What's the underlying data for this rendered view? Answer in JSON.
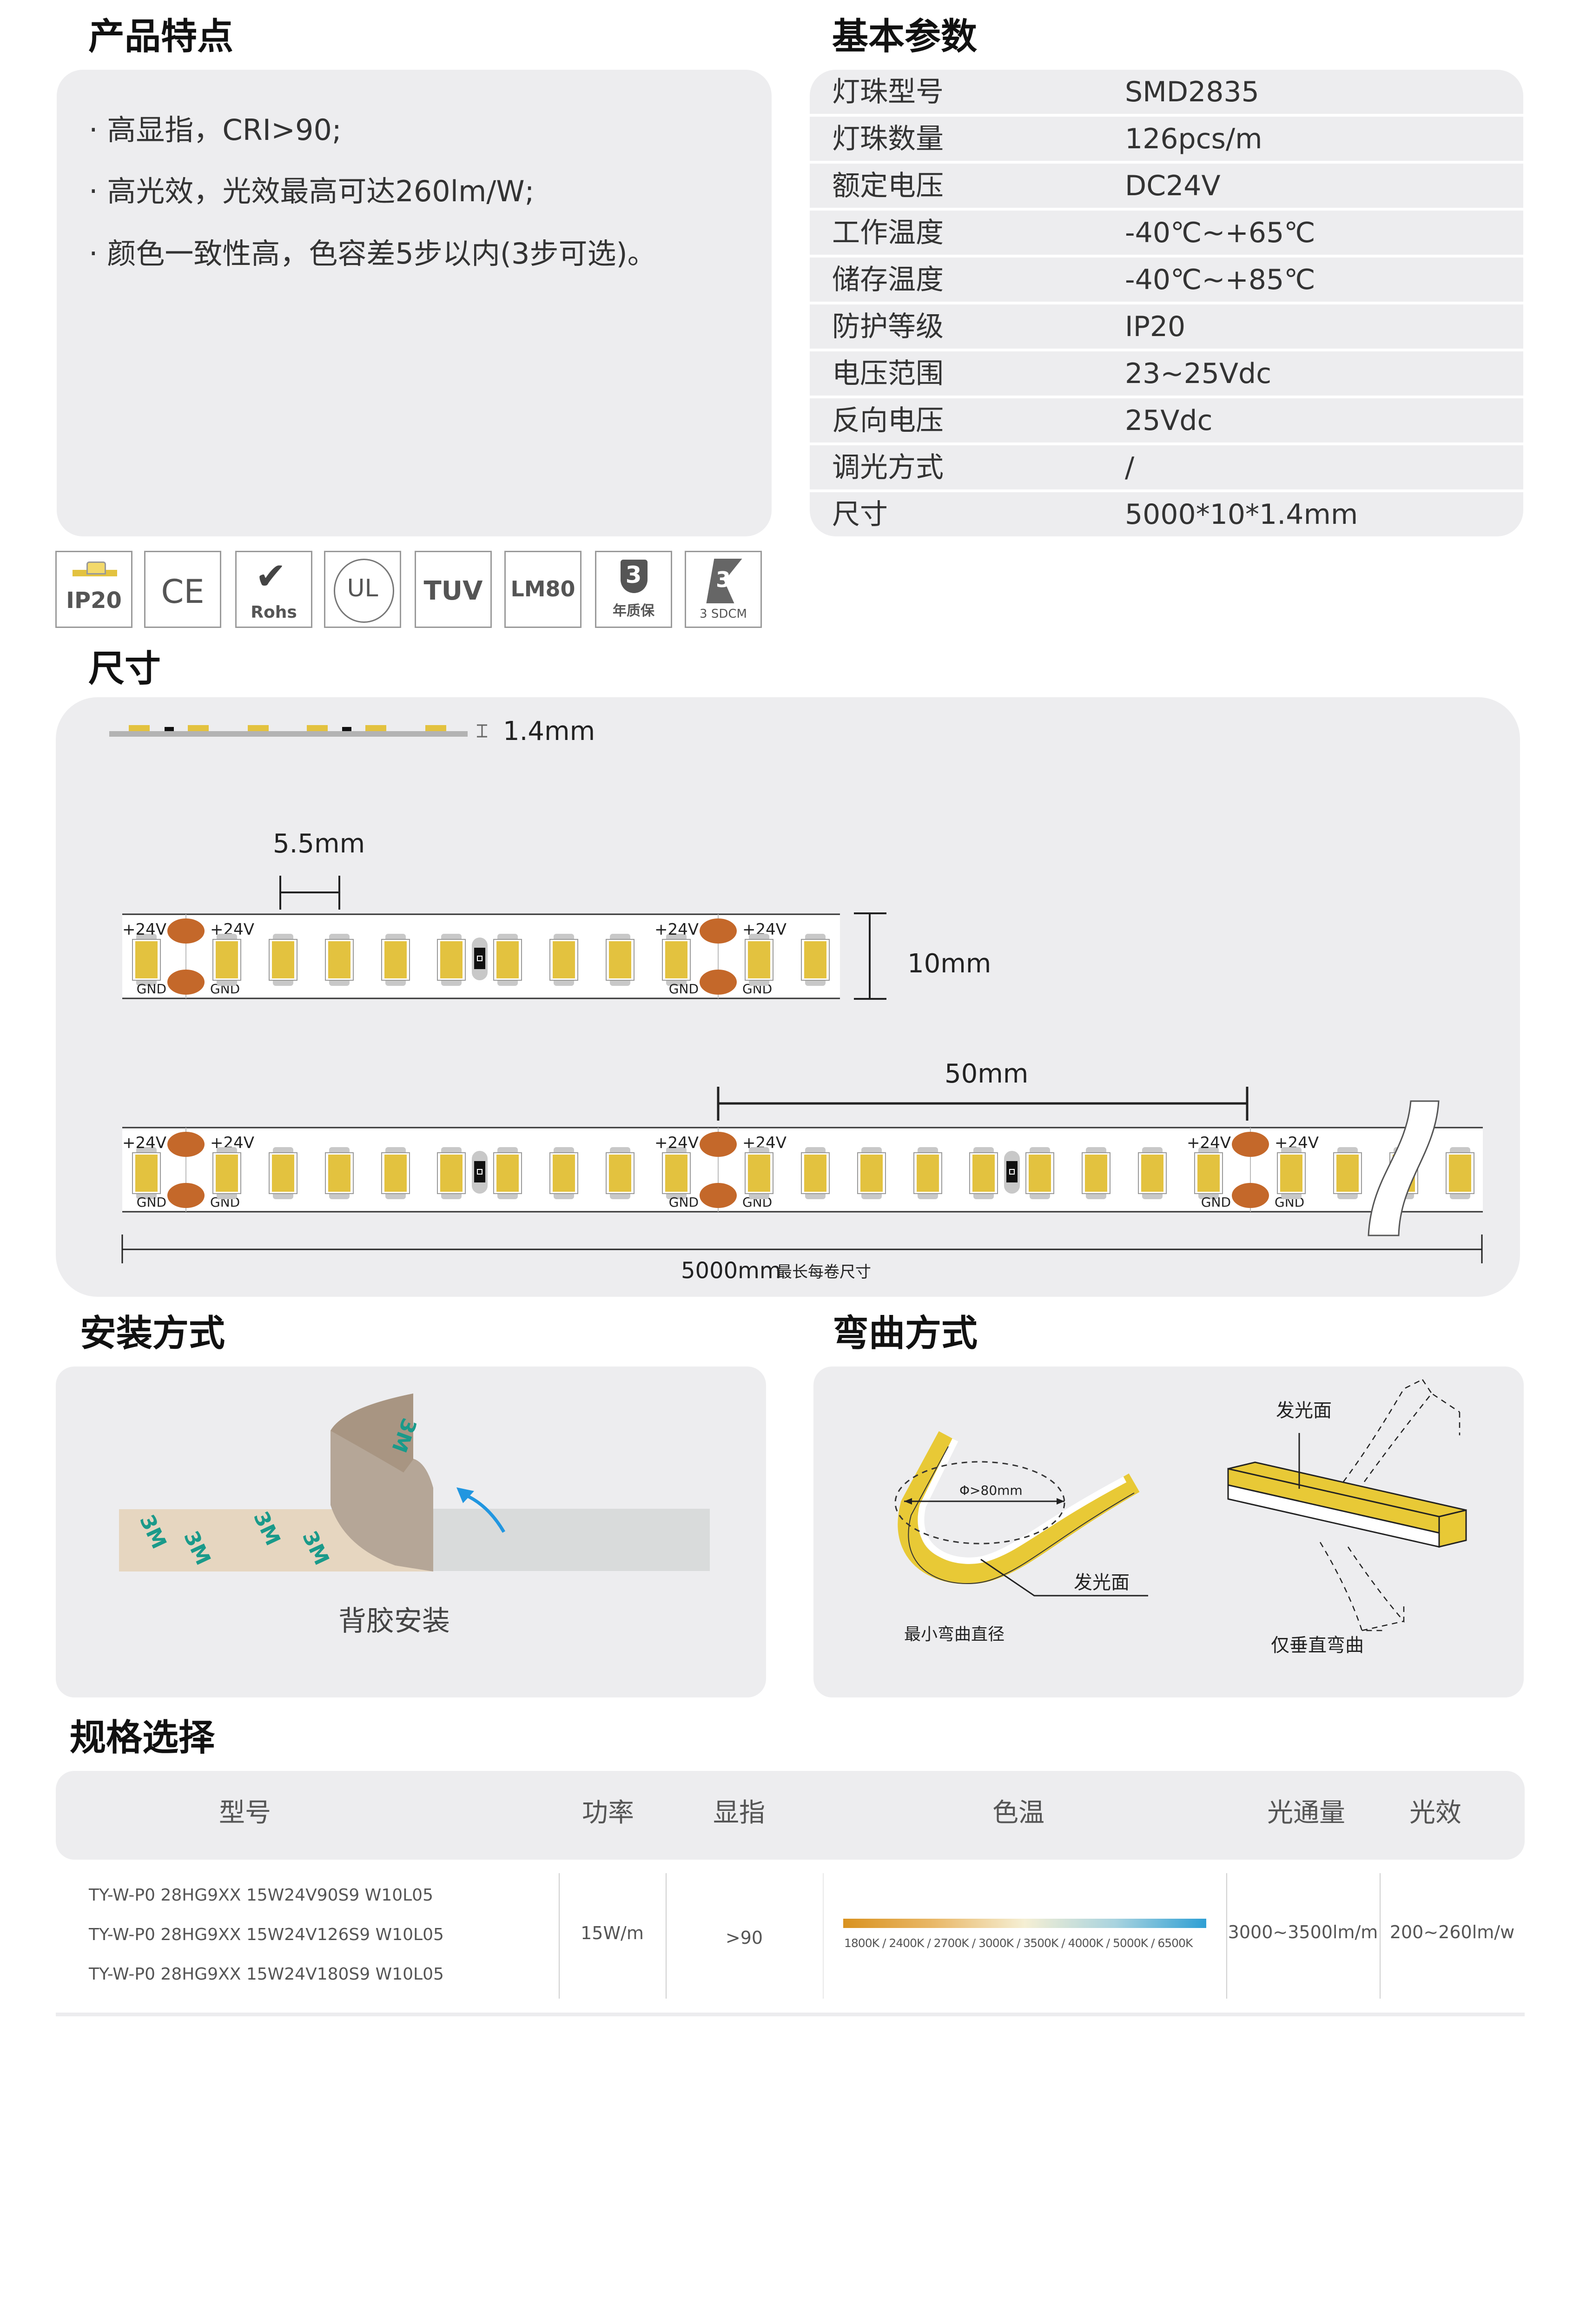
{
  "features": {
    "title": "产品特点",
    "items": [
      "· 高显指，CRI>90;",
      "· 高光效，光效最高可达260lm/W;",
      "· 颜色一致性高，色容差5步以内(3步可选)。"
    ]
  },
  "params": {
    "title": "基本参数",
    "rows": [
      {
        "label": "灯珠型号",
        "value": "SMD2835"
      },
      {
        "label": "灯珠数量",
        "value": "126pcs/m"
      },
      {
        "label": "额定电压",
        "value": "DC24V"
      },
      {
        "label": "工作温度",
        "value": "-40℃~+65℃"
      },
      {
        "label": "储存温度",
        "value": "-40℃~+85℃"
      },
      {
        "label": "防护等级",
        "value": "IP20"
      },
      {
        "label": "电压范围",
        "value": "23~25Vdc"
      },
      {
        "label": "反向电压",
        "value": "25Vdc"
      },
      {
        "label": "调光方式",
        "value": "/"
      },
      {
        "label": "尺寸",
        "value": "5000*10*1.4mm"
      }
    ]
  },
  "certifications": [
    {
      "icon": "ip20-icon",
      "label": "IP20"
    },
    {
      "icon": "ce-icon",
      "label": "CE"
    },
    {
      "icon": "rohs-icon",
      "label": "Rohs"
    },
    {
      "icon": "ul-icon",
      "label": "UL"
    },
    {
      "icon": "tuv-icon",
      "label": "TUV"
    },
    {
      "icon": "lm80-icon",
      "label": "LM80"
    },
    {
      "icon": "warranty-shield-icon",
      "label": "3",
      "sub": "年质保"
    },
    {
      "icon": "sdcm-icon",
      "label": "3",
      "sub": "3 SDCM"
    }
  ],
  "dimensions": {
    "title": "尺寸",
    "thickness": "1.4mm",
    "led_pitch": "5.5mm",
    "width": "10mm",
    "cut_length": "50mm",
    "total_length": "5000mm",
    "total_note": "最长每卷尺寸",
    "pad_positive": "+24V",
    "pad_ground": "GND",
    "colors": {
      "led": "#e3c23f",
      "pad": "#c4682a"
    }
  },
  "installation": {
    "title": "安装方式",
    "caption": "背胶安装",
    "tape_brand": "3M"
  },
  "bending": {
    "title": "弯曲方式",
    "diameter": "Φ>80mm",
    "emitting_face": "发光面",
    "min_diameter_label": "最小弯曲直径",
    "vertical_only_label": "仅垂直弯曲"
  },
  "spec": {
    "title": "规格选择",
    "headers": [
      "型号",
      "功率",
      "显指",
      "色温",
      "光通量",
      "光效"
    ],
    "models": [
      "TY-W-P0  28HG9XX 15W24V90S9 W10L05",
      "TY-W-P0  28HG9XX 15W24V126S9 W10L05",
      "TY-W-P0  28HG9XX 15W24V180S9 W10L05"
    ],
    "power": "15W/m",
    "cri": ">90",
    "cct_range": "1800K / 2400K / 2700K / 3000K / 3500K / 4000K / 5000K / 6500K",
    "cct_gradient": [
      "#d9921f",
      "#e9b868",
      "#f5efd4",
      "#a8d3df",
      "#2e9fd4"
    ],
    "flux": "3000~3500lm/m",
    "efficacy": "200~260lm/w"
  }
}
